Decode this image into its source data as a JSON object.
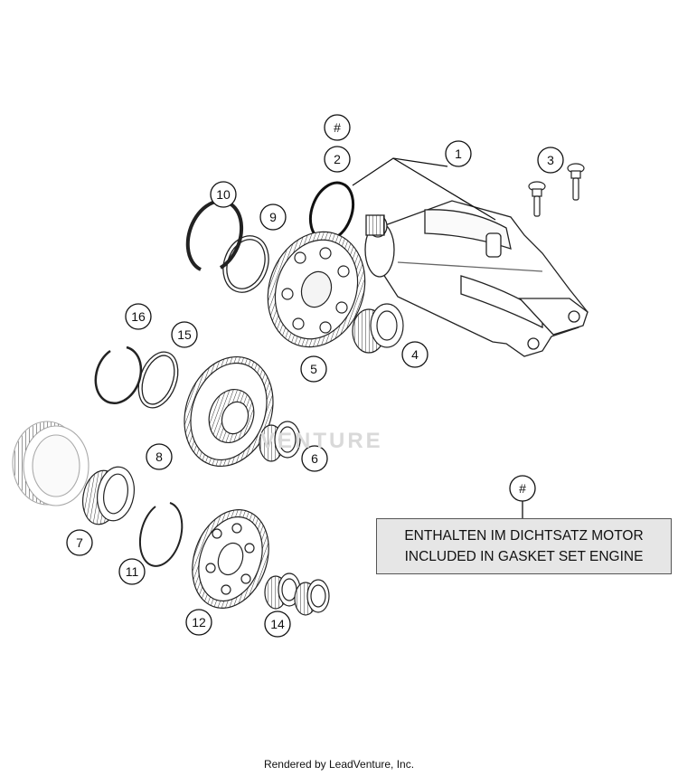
{
  "callouts": [
    {
      "id": "c1",
      "label": "1"
    },
    {
      "id": "c2",
      "label": "2"
    },
    {
      "id": "c2hash",
      "label": "#"
    },
    {
      "id": "c3",
      "label": "3"
    },
    {
      "id": "c4",
      "label": "4"
    },
    {
      "id": "c5",
      "label": "5"
    },
    {
      "id": "c6",
      "label": "6"
    },
    {
      "id": "c7",
      "label": "7"
    },
    {
      "id": "c8",
      "label": "8"
    },
    {
      "id": "c9",
      "label": "9"
    },
    {
      "id": "c10",
      "label": "10"
    },
    {
      "id": "c11",
      "label": "11"
    },
    {
      "id": "c12",
      "label": "12"
    },
    {
      "id": "c14",
      "label": "14"
    },
    {
      "id": "c15",
      "label": "15"
    },
    {
      "id": "c16",
      "label": "16"
    },
    {
      "id": "cnote",
      "label": "#"
    }
  ],
  "note": {
    "line1": "ENTHALTEN IM DICHTSATZ MOTOR",
    "line2": "INCLUDED IN GASKET SET ENGINE"
  },
  "watermark": "VENTURE",
  "footer": "Rendered by LeadVenture, Inc."
}
